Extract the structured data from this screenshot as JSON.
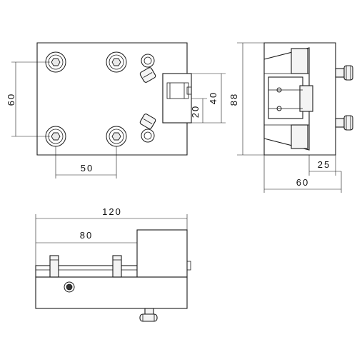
{
  "views": {
    "top_view": {
      "dimensions": {
        "height_total": "60",
        "hole_spacing": "50",
        "slot_width": "40",
        "slot_offset": "20"
      }
    },
    "side_view": {
      "dimensions": {
        "height": "88",
        "depth_partial": "25",
        "depth_total": "60"
      }
    },
    "front_view": {
      "dimensions": {
        "length_total": "120",
        "length_partial": "80"
      }
    }
  }
}
